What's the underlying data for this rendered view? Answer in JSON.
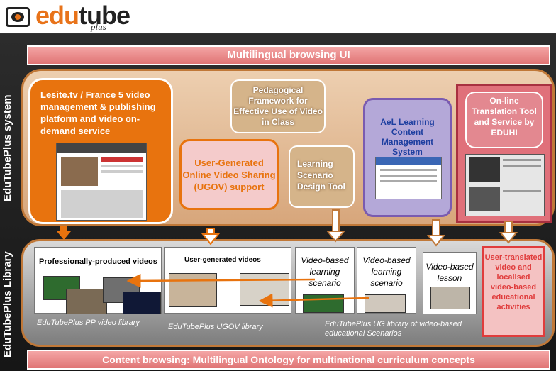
{
  "logo": {
    "edu": "edu",
    "tube": "tube",
    "plus": "plus"
  },
  "top_bar": "Multilingual browsing UI",
  "bottom_bar": "Content browsing: Multilingual Ontology for multinational curriculum concepts",
  "side_labels": {
    "system": "EduTubePlus system",
    "library": "EduTubePlus Library"
  },
  "system": {
    "lesite": "Lesite.tv  / France 5 video management & publishing platform and video on-demand service",
    "pedagogical": "Pedagogical Framework for Effective Use of Video in Class",
    "ugov": "User-Generated Online Video Sharing (UGOV) support",
    "learning_design": "Learning Scenario Design Tool",
    "ael": "AeL Learning Content Management System",
    "online_translation": "On-line Translation Tool and Service by EDUHI"
  },
  "library": {
    "pp_title": "Professionally-produced videos",
    "ugov_title": "User-generated videos",
    "scenario1": "Video-based learning scenario",
    "scenario2": "Video-based learning scenario",
    "lesson": "Video-based lesson",
    "user_translated": "User-translated video and localised video-based educational activities",
    "cap_pp": "EduTubePlus  PP video library",
    "cap_ugov": "EduTubePlus  UGOV library",
    "cap_ug": "EduTubePlus UG library of video-based educational  Scenarios"
  },
  "colors": {
    "orange": "#e8730e",
    "salmon": "#e07474",
    "tan": "#d5b48a",
    "purple": "#b4a8d8",
    "pink": "#e0707a"
  }
}
